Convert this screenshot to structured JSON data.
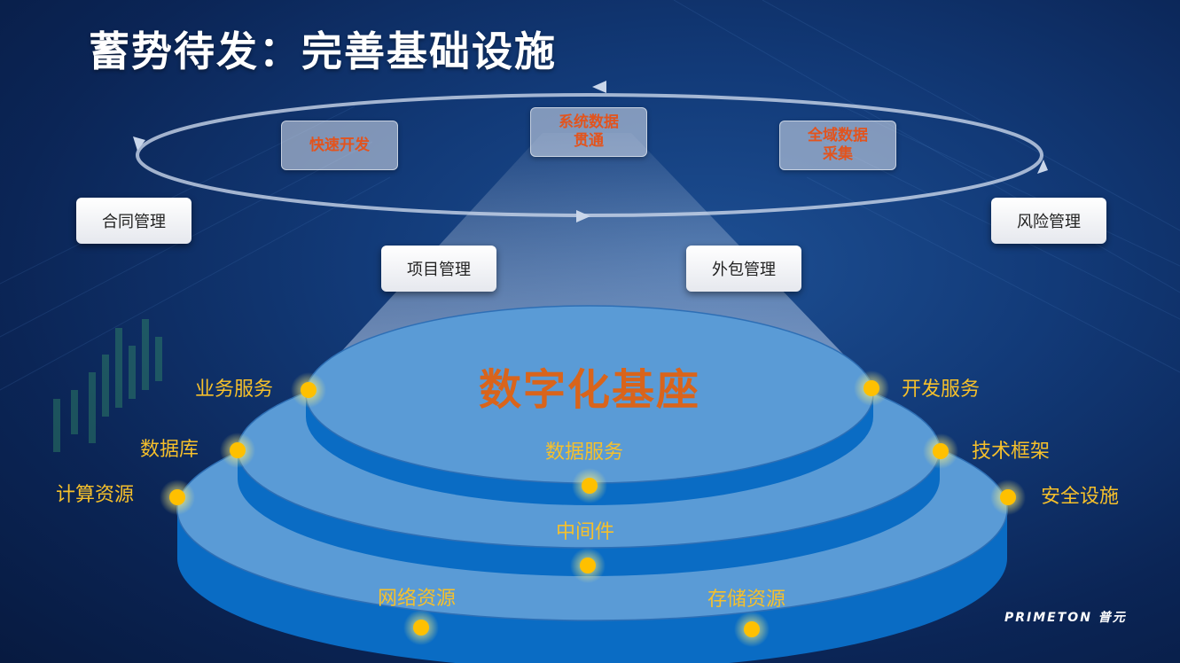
{
  "title": "蓄势待发：完善基础设施",
  "cycle": {
    "items": [
      {
        "label": "快速开发"
      },
      {
        "label": "系统数据\n贯通"
      },
      {
        "label": "全域数据\n采集"
      }
    ]
  },
  "modules": {
    "contract": "合同管理",
    "project": "项目管理",
    "outsource": "外包管理",
    "risk": "风险管理"
  },
  "base": {
    "title": "数字化基座",
    "top_left": "业务服务",
    "top_right": "开发服务",
    "top_center": "数据服务",
    "mid_left": "数据库",
    "mid_right": "技术框架",
    "mid_center": "中间件",
    "bottom_left": "计算资源",
    "bottom_right": "安全设施",
    "bottom_center_left": "网络资源",
    "bottom_center_right": "存储资源"
  },
  "logo": {
    "text": "PRIMETON 普元"
  },
  "colors": {
    "background": "#123a78",
    "disk": "#5a9bd6",
    "disk_side": "#0a6cc4",
    "accent_orange": "#d9641b",
    "label_gold": "#f6c02b",
    "dot": "#ffc000"
  }
}
